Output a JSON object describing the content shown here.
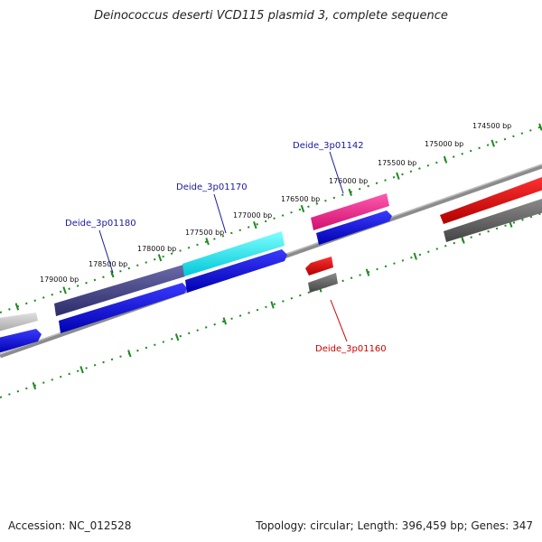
{
  "title": "Deinococcus deserti VCD115 plasmid 3, complete sequence",
  "footer": {
    "accession": "Accession: NC_012528",
    "summary": "Topology: circular; Length: 396,459 bp; Genes: 347"
  },
  "colors": {
    "tick": "#1f8a1f",
    "backbone": "#808080",
    "gene_label_blue": "#1a1aa0",
    "gene_label_red": "#cc0000"
  },
  "ticks": [
    {
      "label": "174500 bp"
    },
    {
      "label": "175000 bp"
    },
    {
      "label": "175500 bp"
    },
    {
      "label": "176000 bp"
    },
    {
      "label": "176500 bp"
    },
    {
      "label": "177000 bp"
    },
    {
      "label": "177500 bp"
    },
    {
      "label": "178000 bp"
    },
    {
      "label": "178500 bp"
    },
    {
      "label": "179000 bp"
    }
  ],
  "genes": [
    {
      "name": "Deide_3p01142",
      "color": "blue"
    },
    {
      "name": "Deide_3p01170",
      "color": "blue"
    },
    {
      "name": "Deide_3p01180",
      "color": "blue"
    },
    {
      "name": "Deide_3p01160",
      "color": "red"
    }
  ]
}
